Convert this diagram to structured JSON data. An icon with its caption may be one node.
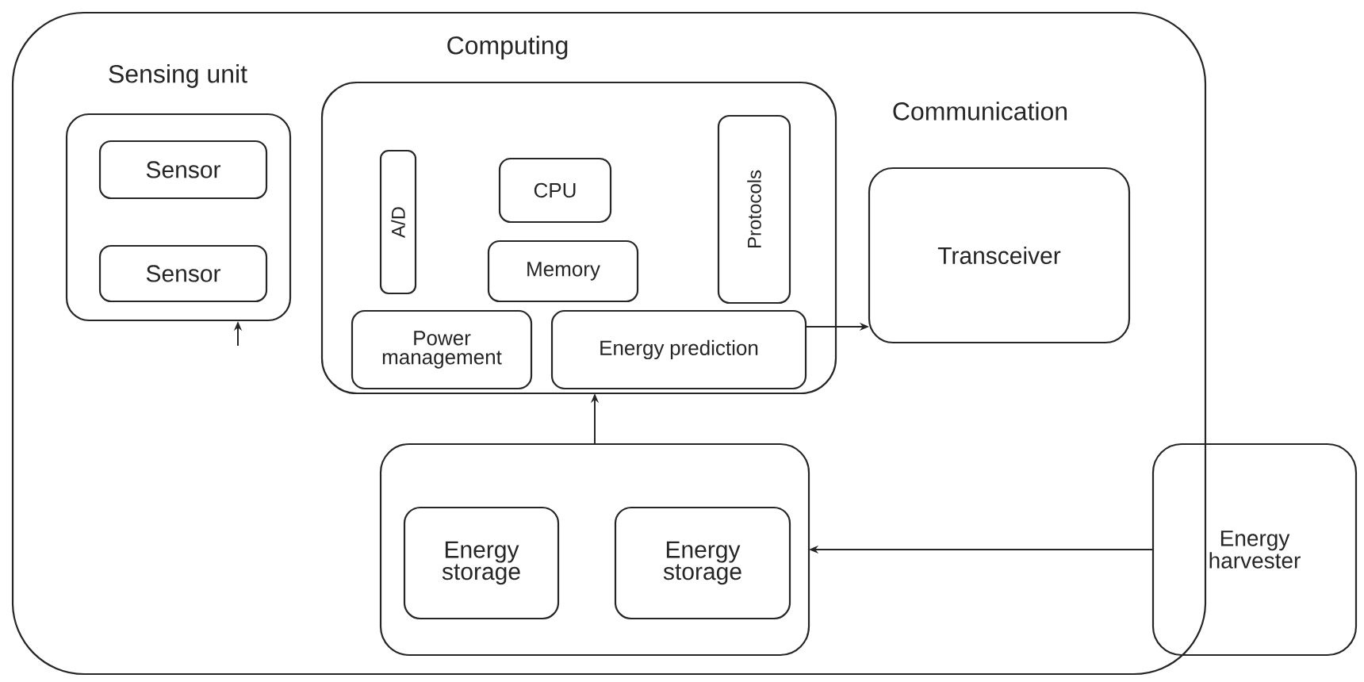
{
  "diagram": {
    "nodes": [
      {
        "text": [],
        "shape": "box"
      },
      {
        "text": [
          "Sensing unit"
        ],
        "in": 0
      },
      {
        "text": [
          "Sensor"
        ],
        "in": 1
      },
      {
        "text": [
          "Sensor"
        ],
        "in": 1
      },
      {
        "text": [
          "Computing"
        ],
        "in": 0
      },
      {
        "text": [
          "A/D"
        ],
        "in": 4
      },
      {
        "text": [
          "CPU"
        ],
        "in": 4
      },
      {
        "text": [
          "Protocols"
        ],
        "in": 4
      },
      {
        "text": [
          "Memory"
        ],
        "in": 4
      },
      {
        "text": [
          "Power management"
        ],
        "in": 4
      },
      {
        "text": [
          "Energy prediction"
        ],
        "in": 4
      },
      {
        "text": [
          "Communication",
          "Transceiver"
        ],
        "in": 0
      },
      {
        "text": [],
        "shape": "box",
        "in": 0
      },
      {
        "text": [
          "Energy storage"
        ],
        "in": 12
      },
      {
        "text": [
          "Energy storage"
        ],
        "in": 12
      },
      {
        "text": [
          "Energy harvester"
        ]
      }
    ],
    "edges": [
      {
        "from": null,
        "to": 1,
        "arrow": "to"
      },
      {
        "from": 10,
        "to": 11,
        "arrow": "to"
      },
      {
        "from": 12,
        "to": 4,
        "arrow": "to"
      },
      {
        "from": 15,
        "to": 12,
        "arrow": "to"
      }
    ]
  }
}
